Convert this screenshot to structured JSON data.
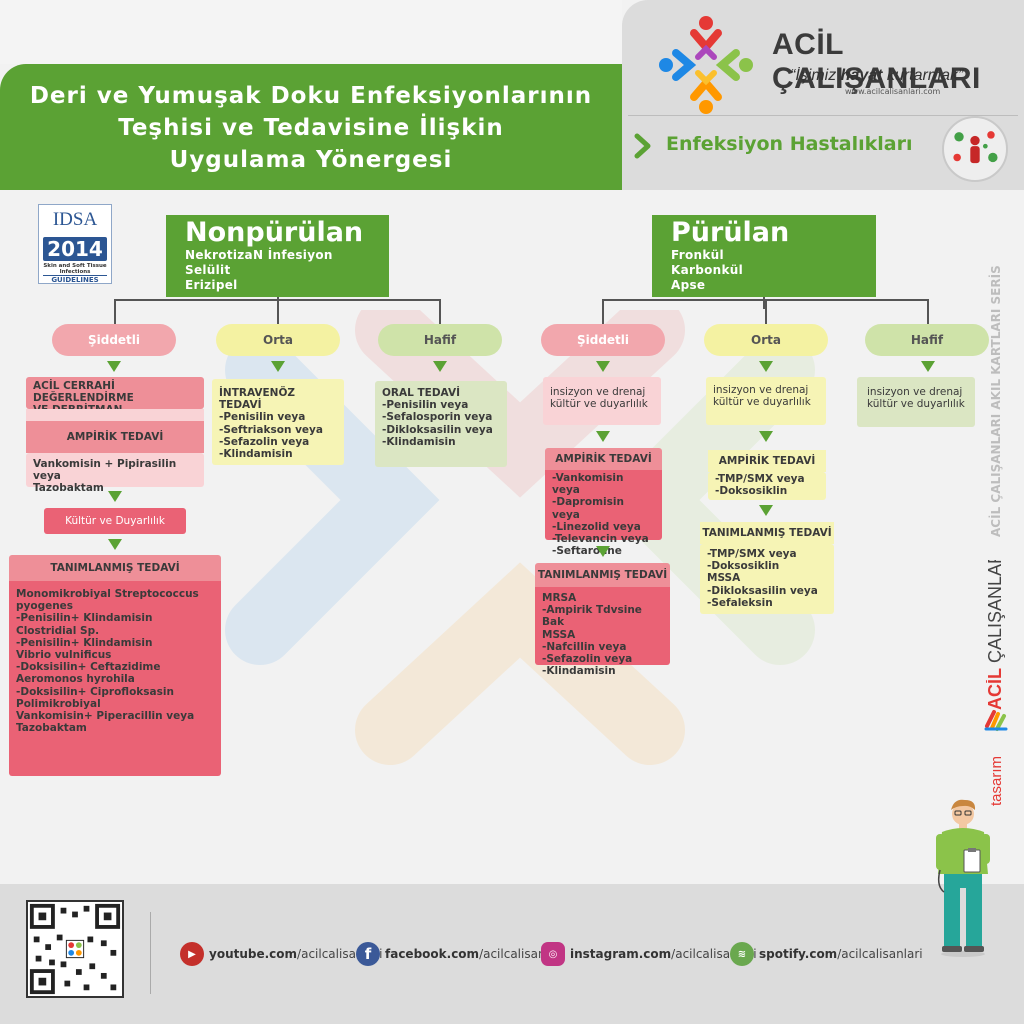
{
  "header": {
    "title": "Deri ve Yumuşak Doku Enfeksiyonlarının\nTeşhisi ve Tedavisine İlişkin\nUygulama Yönergesi",
    "brand_name": "ACİL ÇALIŞANLARI",
    "slogan_open": "“İşimiz ",
    "slogan_bold": "hayat",
    "slogan_close": " kurtarmak”",
    "url": "www.acilcalisanlari.com",
    "category": "Enfeksiyon Hastalıkları"
  },
  "idsa": {
    "name": "IDSA",
    "year": "2014",
    "subtitle": "Skin and Soft Tissue Infections",
    "guidelines": "GUIDELINES"
  },
  "nonpurulent": {
    "title": "Nonpürülan",
    "subtypes": [
      "NekrotizaN İnfesiyon",
      "Selülit",
      "Erizipel"
    ],
    "severe": {
      "label": "Şiddetli",
      "surgery": "ACİL CERRAHİ DEĞERLENDİRME\nVE DEBRİTMAN",
      "empiric_head": "AMPİRİK TEDAVİ",
      "empiric_body": "Vankomisin + Pipirasilin veya\nTazobaktam",
      "culture": "Kültür ve Duyarlılık",
      "defined_head": "TANIMLANMIŞ TEDAVİ",
      "defined_body": "Monomikrobiyal Streptococcus\npyogenes\n-Penisilin+ Klindamisin\nClostridial Sp.\n-Penisilin+ Klindamisin\nVibrio vulnificus\n-Doksisilin+ Ceftazidime\nAeromonos hyrohila\n-Doksisilin+ Ciprofloksasin\nPolimikrobiyal\nVankomisin+ Piperacillin veya\nTazobaktam"
    },
    "moderate": {
      "label": "Orta",
      "body": "İNTRAVENÖZ TEDAVİ\n-Penisilin veya\n-Seftriakson veya\n-Sefazolin veya\n-Klindamisin"
    },
    "mild": {
      "label": "Hafif",
      "body": "ORAL TEDAVİ\n-Penisilin veya\n-Sefalosporin veya\n-Dikloksasilin veya\n-Klindamisin"
    }
  },
  "purulent": {
    "title": "Pürülan",
    "subtypes": [
      "Fronkül",
      "Karbonkül",
      "Apse"
    ],
    "severe": {
      "label": "Şiddetli",
      "drain": "insizyon ve drenaj\nkültür ve duyarlılık",
      "empiric_head": "AMPİRİK TEDAVİ",
      "empiric_body": "-Vankomisin veya\n-Dapromisin veya\n-Linezolid veya\n-Televancin veya\n-Seftaroline",
      "defined_head": "TANIMLANMIŞ TEDAVİ",
      "defined_body": "MRSA\n-Ampirik Tdvsine Bak\nMSSA\n-Nafcillin veya\n-Sefazolin veya\n-Klindamisin"
    },
    "moderate": {
      "label": "Orta",
      "drain": "insizyon ve drenaj\nkültür ve duyarlılık",
      "empiric_head": "AMPİRİK TEDAVİ",
      "empiric_body": "-TMP/SMX veya\n-Doksosiklin",
      "defined_head": "TANIMLANMIŞ TEDAVİ",
      "defined_body": "-TMP/SMX veya\n-Doksosiklin\nMSSA\n-Dikloksasilin veya\n-Sefaleksin"
    },
    "mild": {
      "label": "Hafif",
      "drain": "insizyon ve drenaj\nkültür ve duyarlılık"
    }
  },
  "side": {
    "series": "ACİL ÇALIŞANLARI AKIL KARTLARI SERİSİ",
    "brand_a": "ACİL",
    "brand_b": " ÇALIŞANLARI",
    "tasarim": "tasarım"
  },
  "footer": {
    "social": [
      {
        "icon": "youtube-icon",
        "domain": "youtube.com",
        "handle": "/acilcalisanlari",
        "color": "#c4302b"
      },
      {
        "icon": "facebook-icon",
        "domain": "facebook.com",
        "handle": "/acilcalisanlari",
        "color": "#3b5998"
      },
      {
        "icon": "instagram-icon",
        "domain": "instagram.com",
        "handle": "/acilcalisanlari",
        "color": "#c13584"
      },
      {
        "icon": "spotify-icon",
        "domain": "spotify.com",
        "handle": "/acilcalisanlari",
        "color": "#6aa84f"
      }
    ]
  },
  "colors": {
    "brand_green": "#5ba234",
    "severe_pink": "#ea6275",
    "moderate_yellow": "#f6f4b5",
    "mild_green": "#dbe6c3"
  }
}
